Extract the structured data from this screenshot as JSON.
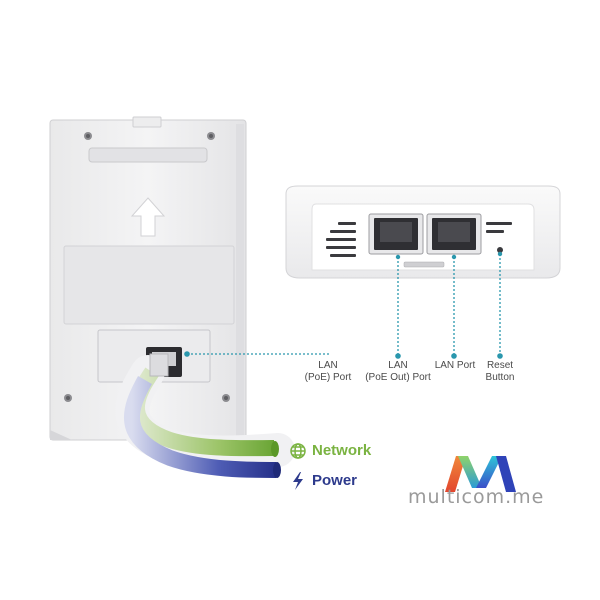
{
  "callouts": {
    "lan_poe": {
      "line1": "LAN",
      "line2": "(PoE) Port"
    },
    "lan_poe_out": {
      "line1": "LAN",
      "line2": "(PoE Out) Port"
    },
    "lan_port": {
      "line1": "LAN Port"
    },
    "reset": {
      "line1": "Reset",
      "line2": "Button"
    }
  },
  "legend": {
    "network": {
      "label": "Network",
      "color": "#7ab341",
      "icon": "globe-icon"
    },
    "power": {
      "label": "Power",
      "color": "#2d3a8c",
      "icon": "lightning-icon"
    }
  },
  "colors": {
    "leader_line": "#2a97ad"
  },
  "watermark": {
    "text": "multicom.me"
  }
}
